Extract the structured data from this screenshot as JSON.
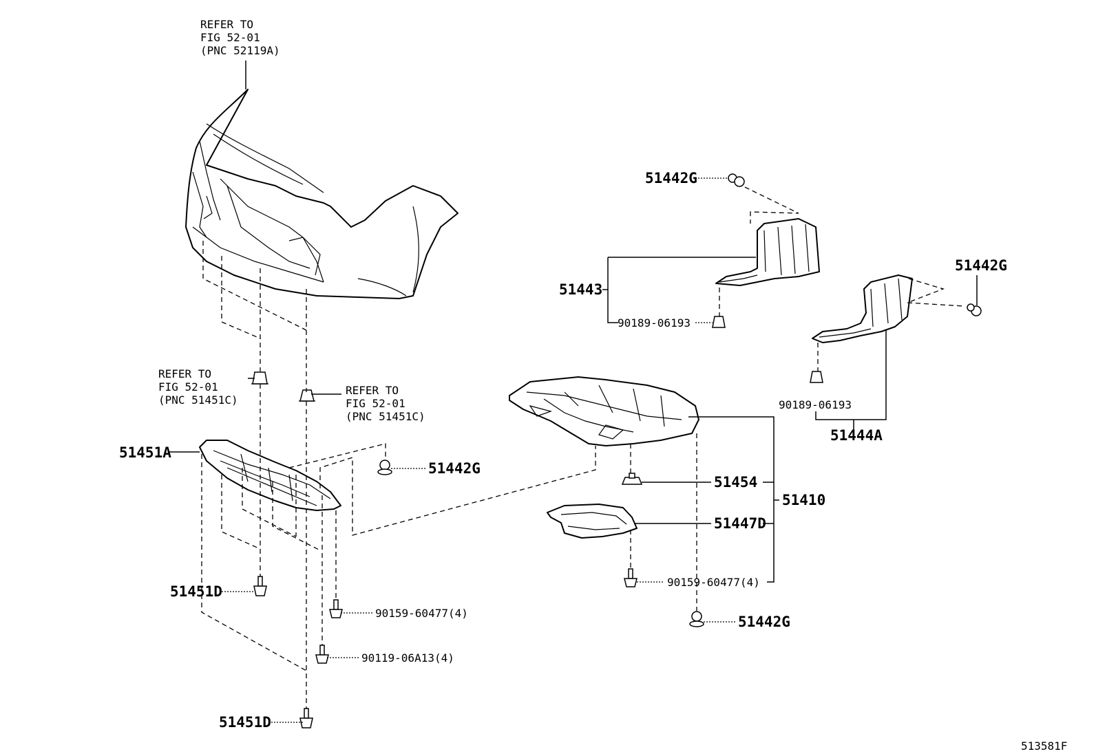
{
  "labels": {
    "ref_bumper": [
      "REFER TO",
      "FIG 52-01",
      "(PNC 52119A)"
    ],
    "ref_clip_left": [
      "REFER TO",
      "FIG 52-01",
      "(PNC 51451C)"
    ],
    "ref_clip_right": [
      "REFER TO",
      "FIG 52-01",
      "(PNC 51451C)"
    ],
    "p_51451A": "51451A",
    "p_51442G_center": "51442G",
    "p_51451D_upper": "51451D",
    "p_90159_left": "90159-60477(4)",
    "p_90119": "90119-06A13(4)",
    "p_51451D_lower": "51451D",
    "p_51442G_top": "51442G",
    "p_51443": "51443",
    "p_90189_upper": "90189-06193",
    "p_51442G_right": "51442G",
    "p_90189_lower": "90189-06193",
    "p_51444A": "51444A",
    "p_51454": "51454",
    "p_51410": "51410",
    "p_51447D": "51447D",
    "p_90159_right": "90159-60477(4)",
    "p_51442G_bottom": "51442G",
    "figure_id": "513581F"
  }
}
